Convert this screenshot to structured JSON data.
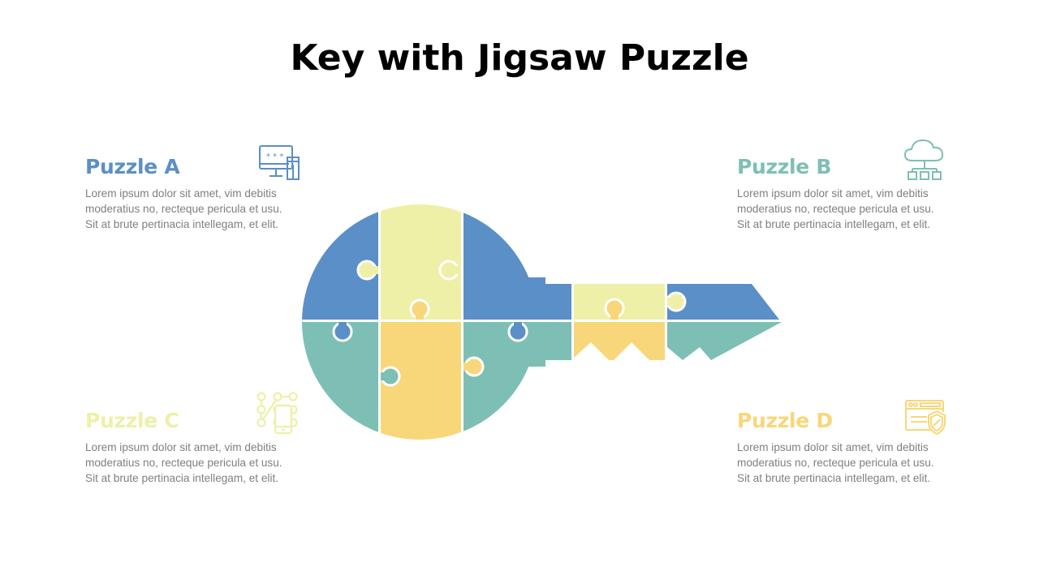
{
  "title": "Key with Jigsaw Puzzle",
  "colors": {
    "blue": "#5b8fc7",
    "light_yellow": "#eef0a8",
    "yellow": "#f8d77a",
    "teal": "#7dbfb5",
    "body_text": "#7f7f7f"
  },
  "puzzles": [
    {
      "id": "a",
      "heading": "Puzzle A",
      "icon": "monitor-password-icon",
      "color": "#5b8fc7",
      "lines": [
        "Lorem ipsum dolor sit amet, vim debitis",
        "moderatius no, recteque pericula et usu.",
        "Sit at brute pertinacia intellegam, et elit."
      ]
    },
    {
      "id": "b",
      "heading": "Puzzle B",
      "icon": "cloud-network-icon",
      "color": "#7dbfb5",
      "lines": [
        "Lorem ipsum dolor sit amet, vim debitis",
        "moderatius no, recteque pericula et usu.",
        "Sit at brute pertinacia intellegam, et elit."
      ]
    },
    {
      "id": "c",
      "heading": "Puzzle C",
      "icon": "phone-pattern-lock-icon",
      "color": "#eef0a8",
      "lines": [
        "Lorem ipsum dolor sit amet, vim debitis",
        "moderatius no, recteque pericula et usu.",
        "Sit at brute pertinacia intellegam, et elit."
      ]
    },
    {
      "id": "d",
      "heading": "Puzzle D",
      "icon": "browser-shield-icon",
      "color": "#f8d77a",
      "lines": [
        "Lorem ipsum dolor sit amet, vim debitis",
        "moderatius no, recteque pericula et usu.",
        "Sit at brute pertinacia intellegam, et elit."
      ]
    }
  ]
}
